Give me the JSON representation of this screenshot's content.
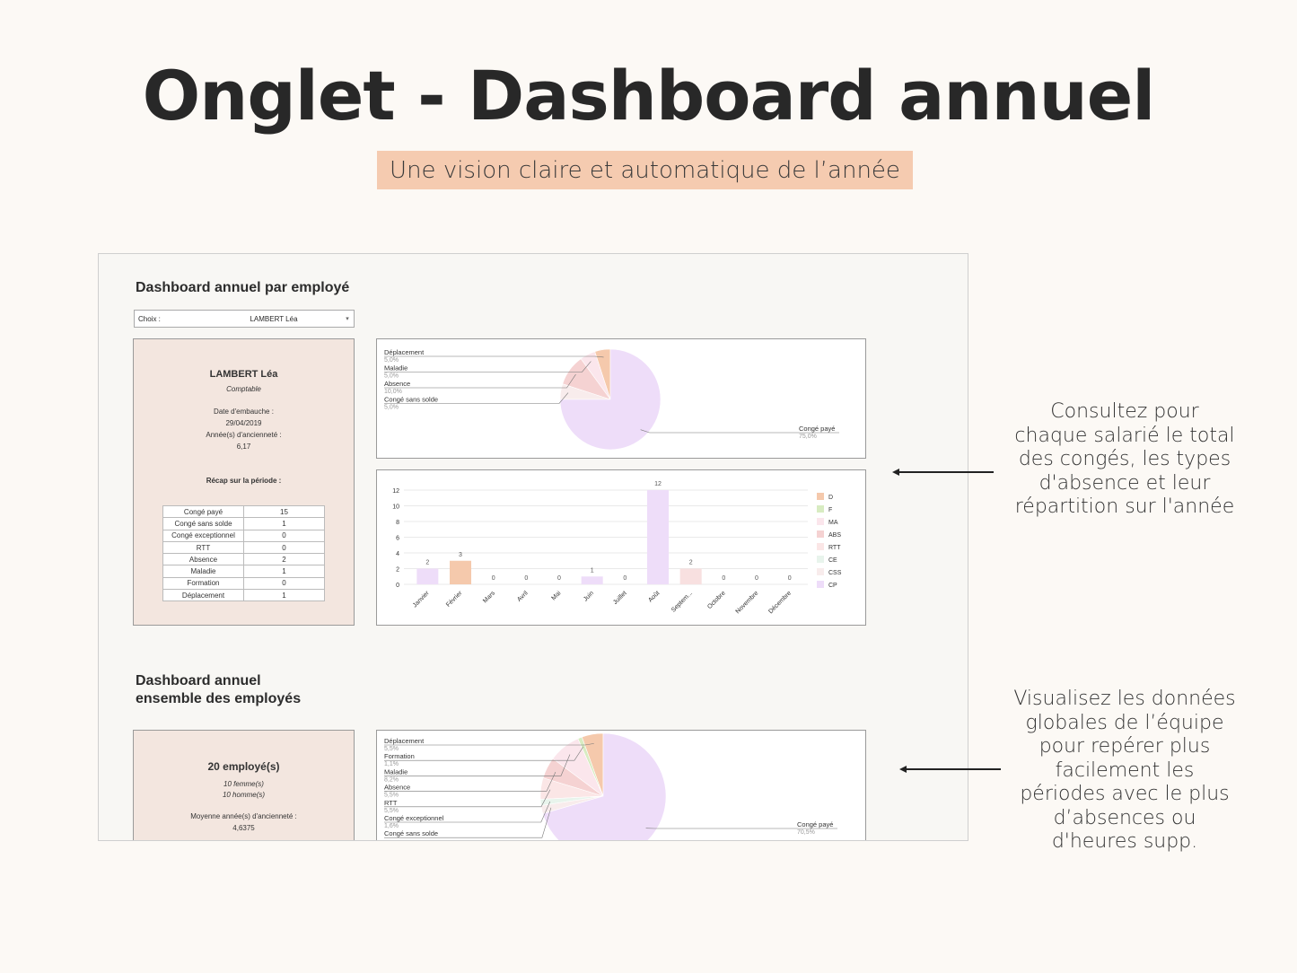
{
  "header": {
    "title": "Onglet - Dashboard annuel",
    "subtitle": "Une vision claire et automatique de l’année"
  },
  "section1": {
    "title": "Dashboard annuel par employé",
    "select": {
      "label": "Choix :",
      "value": "LAMBERT Léa"
    },
    "employee": {
      "name": "LAMBERT Léa",
      "role": "Comptable",
      "hire_label": "Date d'embauche :",
      "hire_date": "29/04/2019",
      "seniority_label": "Année(s) d'ancienneté :",
      "seniority": "6,17",
      "recap_title": "Récap sur la période :",
      "recap": [
        {
          "name": "Congé payé",
          "value": "15"
        },
        {
          "name": "Congé sans solde",
          "value": "1"
        },
        {
          "name": "Congé exceptionnel",
          "value": "0"
        },
        {
          "name": "RTT",
          "value": "0"
        },
        {
          "name": "Absence",
          "value": "2"
        },
        {
          "name": "Maladie",
          "value": "1"
        },
        {
          "name": "Formation",
          "value": "0"
        },
        {
          "name": "Déplacement",
          "value": "1"
        }
      ]
    }
  },
  "section2": {
    "title_line1": "Dashboard annuel",
    "title_line2": "ensemble des employés",
    "summary": {
      "count": "20 employé(s)",
      "women": "10 femme(s)",
      "men": "10 homme(s)",
      "avg_label": "Moyenne année(s) d'ancienneté :",
      "avg_value": "4,6375"
    }
  },
  "notes": {
    "top": [
      "Consultez pour",
      "chaque salarié le total",
      "des congés, les types",
      "d'absence et leur",
      "répartition sur l'année"
    ],
    "bottom": [
      "Visualisez les données",
      "globales de l’équipe",
      "pour repérer plus",
      "facilement les",
      "périodes avec le plus",
      "d’absences ou",
      "d'heures supp."
    ]
  },
  "colors": {
    "background": "#fcf9f5",
    "subtitle_bg": "#f5cbb0",
    "card_bg": "#f3e6df",
    "cp": "#eeddf9",
    "css": "#f8ecec",
    "ce": "#e8f4ec",
    "rtt": "#fbe6e6",
    "abs": "#f5d2d2",
    "ma": "#fbe6ec",
    "f": "#d8ecc2",
    "d": "#f5c9ac"
  },
  "chart_data": [
    {
      "type": "pie",
      "labels": [
        "Déplacement",
        "Maladie",
        "Absence",
        "Congé sans solde",
        "Congé payé"
      ],
      "percent_labels": [
        "5,0%",
        "5,0%",
        "10,0%",
        "5,0%",
        "75,0%"
      ],
      "values": [
        5.0,
        5.0,
        10.0,
        5.0,
        75.0
      ],
      "colors": [
        "#f5c9ac",
        "#fbe6ec",
        "#f5d2d2",
        "#f8ecec",
        "#eeddf9"
      ]
    },
    {
      "type": "bar",
      "categories": [
        "Janvier",
        "Février",
        "Mars",
        "Avril",
        "Mai",
        "Juin",
        "Juillet",
        "Août",
        "Septem...",
        "Octobre",
        "Novembre",
        "Décembre"
      ],
      "values": [
        2,
        3,
        0,
        0,
        0,
        1,
        0,
        12,
        2,
        0,
        0,
        0
      ],
      "bar_colors": [
        "#eeddf9",
        "#f5c9ac",
        "#eeddf9",
        "#eeddf9",
        "#eeddf9",
        "#eeddf9",
        "#eeddf9",
        "#eeddf9",
        "#f8e0e0",
        "#eeddf9",
        "#eeddf9",
        "#eeddf9"
      ],
      "yticks": [
        "0",
        "2",
        "4",
        "6",
        "8",
        "10",
        "12"
      ],
      "ylim": [
        0,
        12
      ],
      "legend": [
        {
          "name": "D",
          "color": "#f5c9ac"
        },
        {
          "name": "F",
          "color": "#d8ecc2"
        },
        {
          "name": "MA",
          "color": "#fbe6ec"
        },
        {
          "name": "ABS",
          "color": "#f5d2d2"
        },
        {
          "name": "RTT",
          "color": "#fbe6e6"
        },
        {
          "name": "CE",
          "color": "#e8f4ec"
        },
        {
          "name": "CSS",
          "color": "#f8ecec"
        },
        {
          "name": "CP",
          "color": "#eeddf9"
        }
      ]
    },
    {
      "type": "pie",
      "labels": [
        "Déplacement",
        "Formation",
        "Maladie",
        "Absence",
        "RTT",
        "Congé exceptionnel",
        "Congé sans solde",
        "Congé payé"
      ],
      "percent_labels": [
        "5,5%",
        "1,1%",
        "8,2%",
        "5,5%",
        "5,5%",
        "1,6%",
        "",
        "70,5%"
      ],
      "values": [
        5.5,
        1.1,
        8.2,
        5.5,
        5.5,
        1.6,
        2.1,
        70.5
      ],
      "colors": [
        "#f5c9ac",
        "#d8ecc2",
        "#fbe6ec",
        "#f5d2d2",
        "#fbe6e6",
        "#e8f4ec",
        "#f8ecec",
        "#eeddf9"
      ]
    }
  ]
}
